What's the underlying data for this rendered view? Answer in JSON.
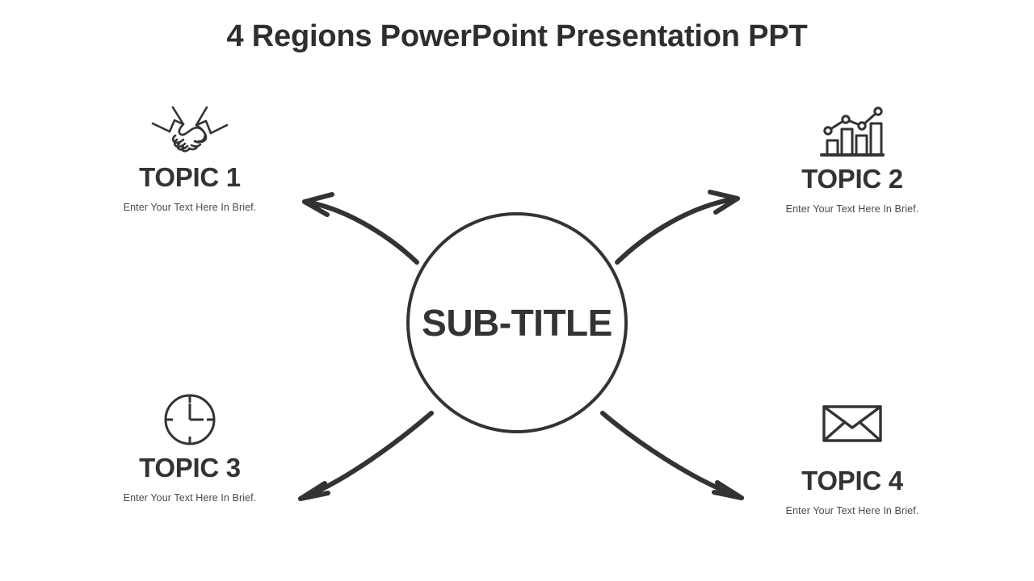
{
  "slide": {
    "title": "4 Regions PowerPoint Presentation PPT",
    "background_color": "#ffffff",
    "ink_color": "#333333"
  },
  "center": {
    "label": "SUB-TITLE",
    "shape": "circle"
  },
  "topics": [
    {
      "id": "topic-1",
      "icon": "handshake-icon",
      "title": "TOPIC 1",
      "description": "Enter Your Text Here In Brief.",
      "position": "top-left"
    },
    {
      "id": "topic-2",
      "icon": "bar-chart-growth-icon",
      "title": "TOPIC 2",
      "description": "Enter Your Text Here In Brief.",
      "position": "top-right"
    },
    {
      "id": "topic-3",
      "icon": "clock-icon",
      "title": "TOPIC 3",
      "description": "Enter Your Text Here In Brief.",
      "position": "bottom-left"
    },
    {
      "id": "topic-4",
      "icon": "envelope-icon",
      "title": "TOPIC 4",
      "description": "Enter Your Text Here In Brief.",
      "position": "bottom-right"
    }
  ],
  "connectors": [
    {
      "name": "arrow-to-topic-1",
      "direction": "up-left",
      "style": "curved-arrow"
    },
    {
      "name": "arrow-to-topic-2",
      "direction": "up-right",
      "style": "curved-arrow"
    },
    {
      "name": "arrow-to-topic-3",
      "direction": "down-left",
      "style": "curved-arrow"
    },
    {
      "name": "arrow-to-topic-4",
      "direction": "down-right",
      "style": "curved-arrow"
    }
  ]
}
